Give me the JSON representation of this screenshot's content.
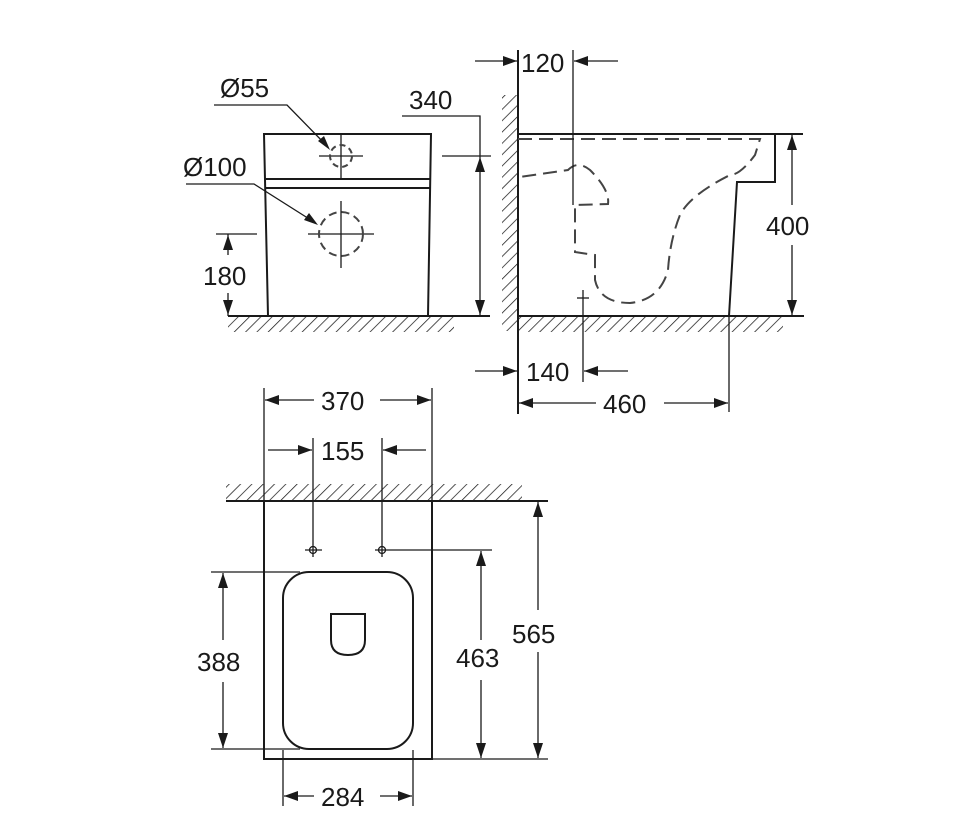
{
  "diagram": {
    "subject": "Floor-standing toilet technical drawing",
    "views": {
      "front": {
        "labels": {
          "inlet_diameter": "Ø55",
          "outlet_diameter": "Ø100",
          "inlet_height": "340",
          "outlet_height": "180"
        }
      },
      "side": {
        "labels": {
          "inlet_offset": "120",
          "height": "400",
          "outlet_offset": "140",
          "depth": "460"
        }
      },
      "top": {
        "labels": {
          "width": "370",
          "fixing_spacing": "155",
          "seat_length": "388",
          "fixing_to_front": "463",
          "total_length": "565",
          "seat_width": "284"
        }
      }
    },
    "colors": {
      "line": "#1a1a1a",
      "background": "#ffffff"
    }
  }
}
